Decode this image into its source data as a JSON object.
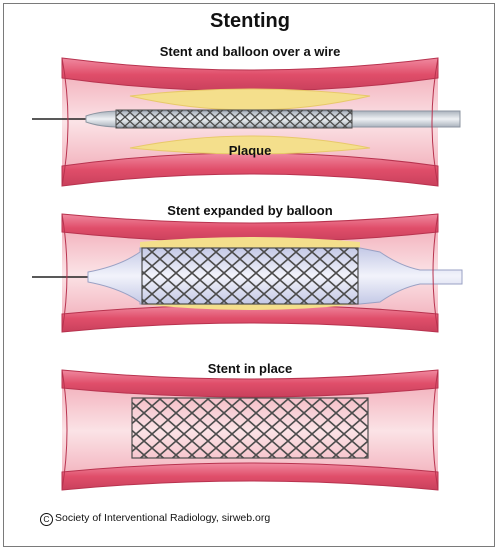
{
  "title": "Stenting",
  "panels": [
    {
      "caption": "Stent and balloon over a wire"
    },
    {
      "caption": "Stent expanded by balloon"
    },
    {
      "caption": "Stent in place"
    }
  ],
  "plaque_label": "Plaque",
  "credit": {
    "symbol": "C",
    "text": "Society of Interventional Radiology, sirweb.org"
  },
  "colors": {
    "vessel_wall": "#e45a74",
    "lumen": "#f7c9cf",
    "plaque": "#f4df8c",
    "stent": "#5a5a5a",
    "balloon": "#d9dcef",
    "catheter": "#c8ced6"
  }
}
